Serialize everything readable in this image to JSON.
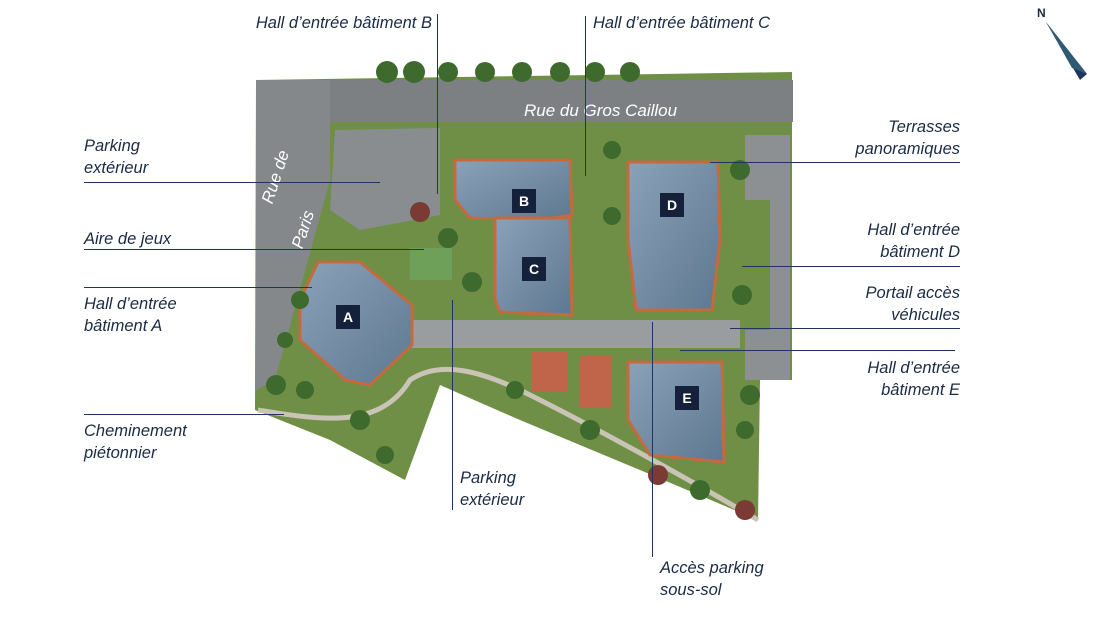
{
  "labels": {
    "hall_b": "Hall d’entrée bâtiment B",
    "hall_c": "Hall d’entrée bâtiment C",
    "parking_ext_1": "Parking extérieur",
    "aire_jeux": "Aire de jeux",
    "hall_a": "Hall d’entrée bâtiment A",
    "cheminement": "Cheminement piétonnier",
    "parking_ext_2": "Parking extérieur",
    "terrasses": "Terrasses panoramiques",
    "hall_d": "Hall d’entrée bâtiment D",
    "portail": "Portail accès véhicules",
    "hall_e": "Hall d’entrée bâtiment E",
    "acces_parking": "Accès parking sous-sol"
  },
  "label_lines": {
    "parking_ext_1": [
      "Parking",
      "extérieur"
    ],
    "hall_a": [
      "Hall d’entrée",
      "bâtiment A"
    ],
    "cheminement": [
      "Cheminement",
      "piétonnier"
    ],
    "parking_ext_2": [
      "Parking",
      "extérieur"
    ],
    "terrasses": [
      "Terrasses",
      "panoramiques"
    ],
    "hall_d": [
      "Hall d’entrée",
      "bâtiment D"
    ],
    "portail": [
      "Portail accès",
      "véhicules"
    ],
    "hall_e": [
      "Hall d’entrée",
      "bâtiment E"
    ],
    "acces_parking": [
      "Accès parking",
      "sous-sol"
    ]
  },
  "buildings": {
    "a": "A",
    "b": "B",
    "c": "C",
    "d": "D",
    "e": "E"
  },
  "streets": {
    "gros_caillou": "Rue du Gros Caillou",
    "rue_de": "Rue de",
    "paris": "Paris"
  },
  "compass": {
    "north": "N"
  },
  "colors": {
    "accent_line": "#1f3560",
    "label_text": "#1b2a44",
    "badge": "#15213b",
    "roof": "#6f8aa3",
    "lawn": "#5f8a3a",
    "road": "#7a7d80"
  }
}
